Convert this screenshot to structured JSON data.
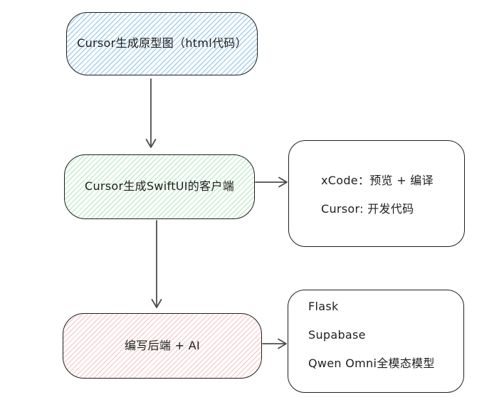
{
  "diagram": {
    "background": "#ffffff",
    "text_color": "#1e1e1e",
    "stroke_color": "#1f1f1f",
    "arrow_color": "#4d4d4d",
    "nodes": {
      "prototype": {
        "label": "Cursor生成原型图（html代码）",
        "shape": "rounded-rectangle",
        "fill_style": "hachure",
        "fill_color": "#a5d8ff"
      },
      "swiftui": {
        "label": "Cursor生成SwiftUI的客户端",
        "shape": "rounded-rectangle",
        "fill_style": "hachure",
        "fill_color": "#b2f2bb"
      },
      "xcode": {
        "lines": [
          "xCode：预览 + 编译",
          "Cursor: 开发代码"
        ],
        "shape": "rounded-rectangle",
        "fill_style": "solid",
        "fill_color": "#ffffff"
      },
      "backend": {
        "label": "编写后端 + AI",
        "shape": "rounded-rectangle",
        "fill_style": "hachure",
        "fill_color": "#ffc9c9"
      },
      "stack": {
        "lines": [
          "Flask",
          "Supabase",
          "Qwen Omni全模态模型"
        ],
        "shape": "rounded-rectangle",
        "fill_style": "solid",
        "fill_color": "#ffffff"
      }
    },
    "edges": [
      {
        "from": "prototype",
        "to": "swiftui",
        "direction": "down"
      },
      {
        "from": "swiftui",
        "to": "xcode",
        "direction": "right"
      },
      {
        "from": "swiftui",
        "to": "backend",
        "direction": "down"
      },
      {
        "from": "backend",
        "to": "stack",
        "direction": "right"
      }
    ]
  }
}
